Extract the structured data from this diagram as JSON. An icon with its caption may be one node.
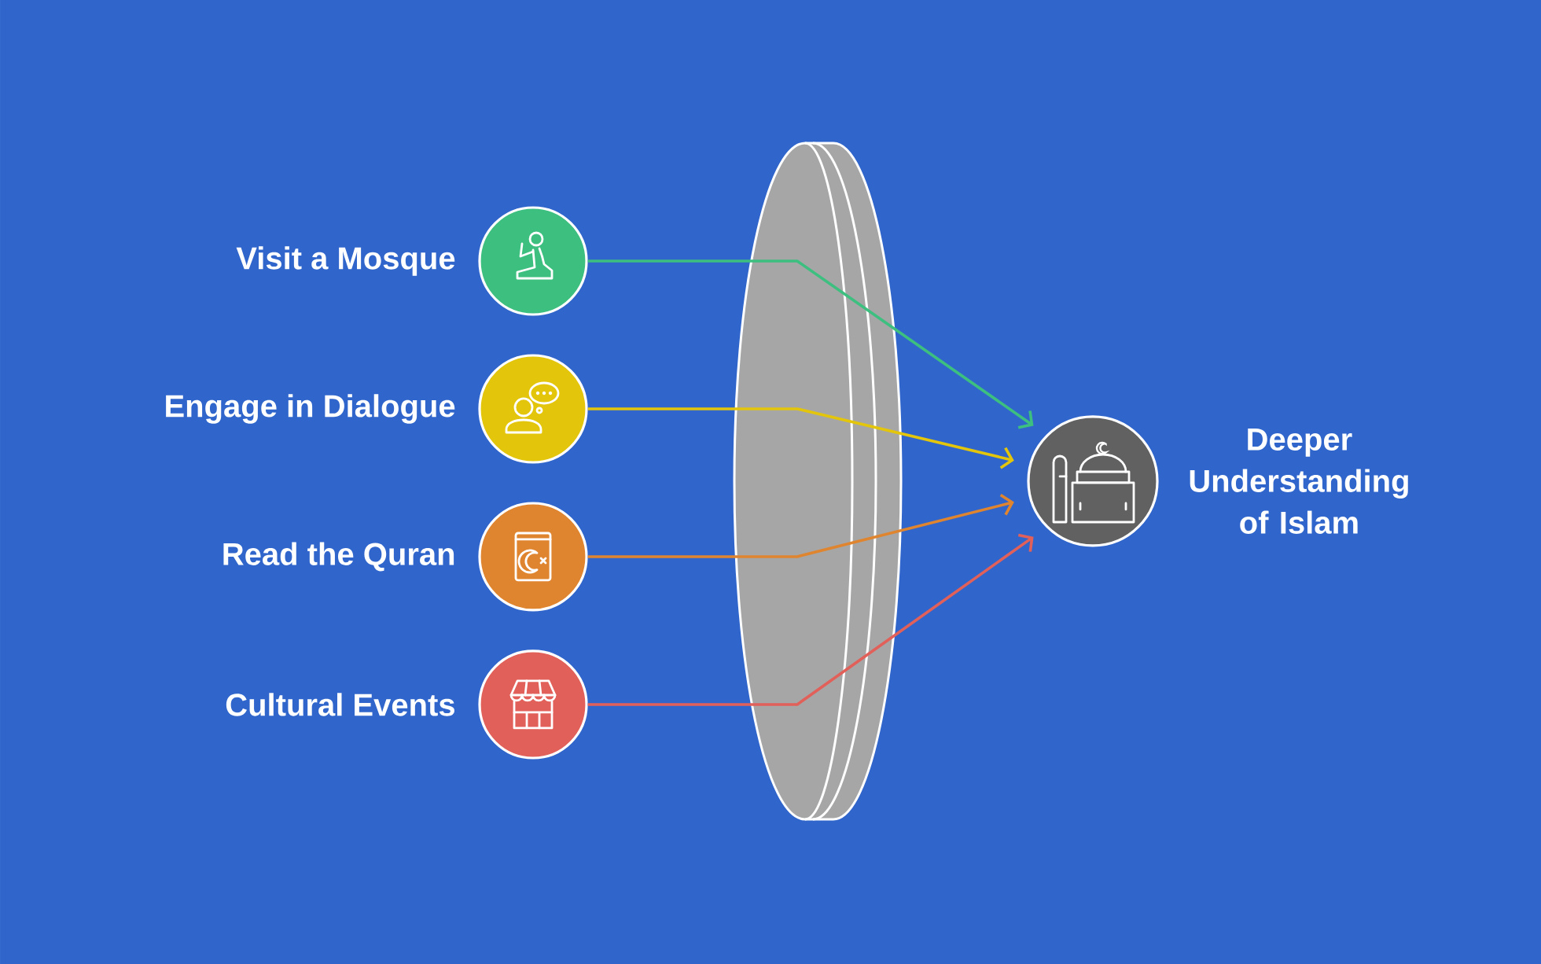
{
  "diagram": {
    "nodes": [
      {
        "text": [
          "Visit a Mosque"
        ]
      },
      {
        "text": [
          "Engage in Dialogue"
        ]
      },
      {
        "text": [
          "Read the Quran"
        ]
      },
      {
        "text": [
          "Cultural Events"
        ]
      },
      {
        "text": [
          "Deeper Understanding of Islam"
        ]
      }
    ],
    "edges": [
      {
        "from": 0,
        "to": 4,
        "arrow": "to",
        "color": "#3dbf80"
      },
      {
        "from": 1,
        "to": 4,
        "arrow": "to",
        "color": "#e3c50c"
      },
      {
        "from": 2,
        "to": 4,
        "arrow": "to",
        "color": "#e0852f"
      },
      {
        "from": 3,
        "to": 4,
        "arrow": "to",
        "color": "#e2605a"
      }
    ]
  }
}
